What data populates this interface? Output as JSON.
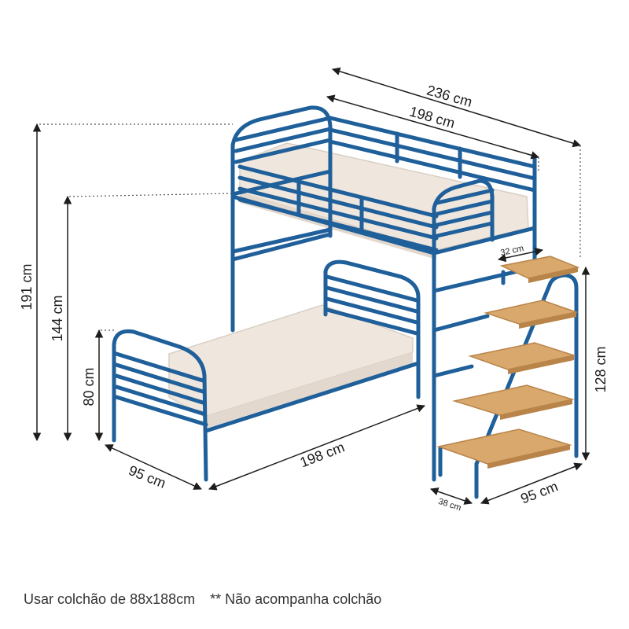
{
  "dimensions": {
    "total_length": "236 cm",
    "top_length": "198 cm",
    "total_height": "191 cm",
    "top_height": "144 cm",
    "lower_height": "80 cm",
    "lower_width": "95 cm",
    "lower_length": "198 cm",
    "step_depth_top": "32 cm",
    "stair_height": "128 cm",
    "stair_depth": "38 cm",
    "stair_length": "95 cm"
  },
  "footer": {
    "mattress_note": "Usar colchão de 88x188cm",
    "not_included_note": "** Não acompanha colchão"
  },
  "colors": {
    "frame": "#1f5f9a",
    "frame_dark": "#164a7a",
    "mattress": "#efe7de",
    "mattress_shadow": "#d9cfc4",
    "wood": "#d9a86c",
    "wood_edge": "#b98449",
    "dimension_line": "#1d1d1d"
  }
}
